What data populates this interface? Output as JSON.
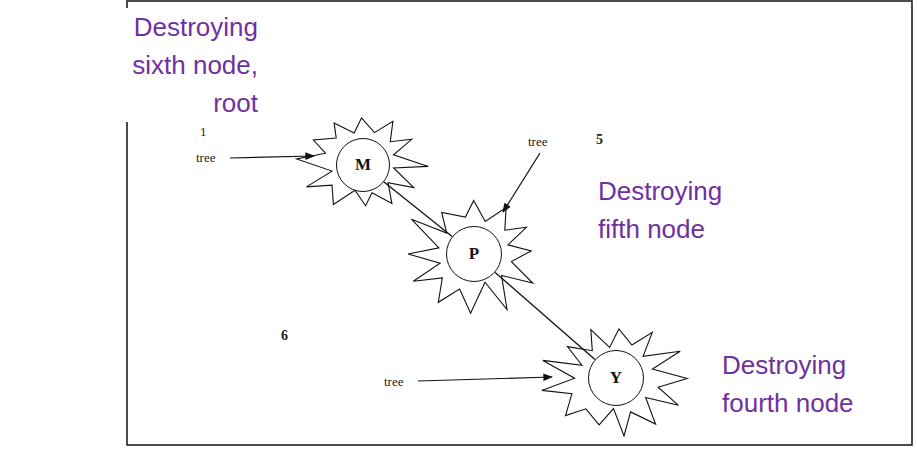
{
  "diagram": {
    "nodes": [
      {
        "text": [
          "M"
        ]
      },
      {
        "text": [
          "P"
        ]
      },
      {
        "text": [
          "Y"
        ]
      }
    ],
    "edges": [
      {
        "from": 0,
        "to": 1,
        "arrow": "none"
      },
      {
        "from": 1,
        "to": 2,
        "arrow": "none"
      }
    ],
    "labels": [
      "Destroying sixth node, root",
      "1",
      "tree",
      "tree",
      "5",
      "Destroying fifth node",
      "6",
      "tree",
      "Destroying fourth node"
    ]
  }
}
